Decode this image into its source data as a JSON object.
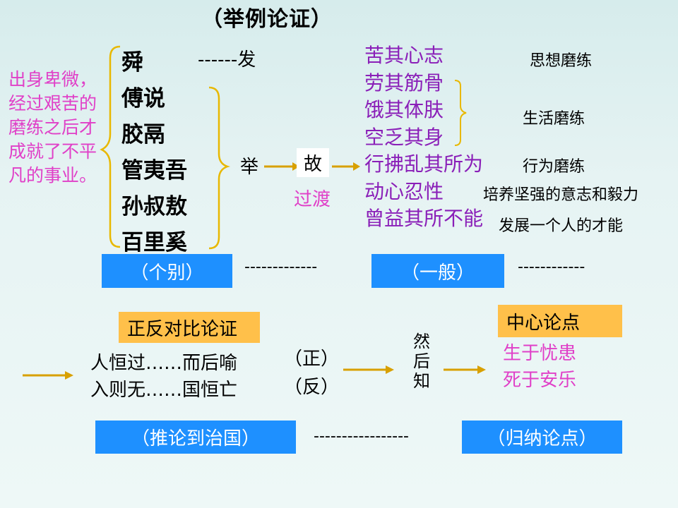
{
  "title": "（举例论证）",
  "intro_text": "出身卑微，经过艰苦的磨练之后才成就了不平凡的事业。",
  "people": [
    "舜",
    "傅说",
    "胶鬲",
    "管夷吾",
    "孙叔敖",
    "百里奚"
  ],
  "fa_label": "------发",
  "ju_label": "举",
  "gu_label": "故",
  "guodu_label": "过渡",
  "general_statements": [
    "苦其心志",
    "劳其筋骨",
    "饿其体肤",
    "空乏其身",
    "行拂乱其所为",
    "动心忍性",
    "曾益其所不能"
  ],
  "notes": {
    "thought": "思想磨练",
    "life": "生活磨练",
    "behavior": "行为磨练",
    "will": "培养坚强的意志和毅力",
    "talent": "发展一个人的才能"
  },
  "boxes": {
    "individual": "（个别）",
    "general": "（一般）",
    "contrast": "正反对比论证",
    "infer": "（推论到治国）",
    "central": "中心论点",
    "induce": "（归纳论点）"
  },
  "dashes": {
    "row1_a": "-------------",
    "row1_b": "------------",
    "row2": "-----------------"
  },
  "contrast_lines": [
    "人恒过……而后喻",
    "入则无……国恒亡"
  ],
  "contrast_tags": [
    "（正）",
    "（反）"
  ],
  "ranhou_zhi": "然后知",
  "central_points": [
    "生于忧患",
    "死于安乐"
  ],
  "colors": {
    "blue_box": "#1e90ff",
    "orange_box": "#ffc04a",
    "pink": "#e040c8",
    "purple": "#8a1fb8",
    "background": "#e0f1f1"
  }
}
